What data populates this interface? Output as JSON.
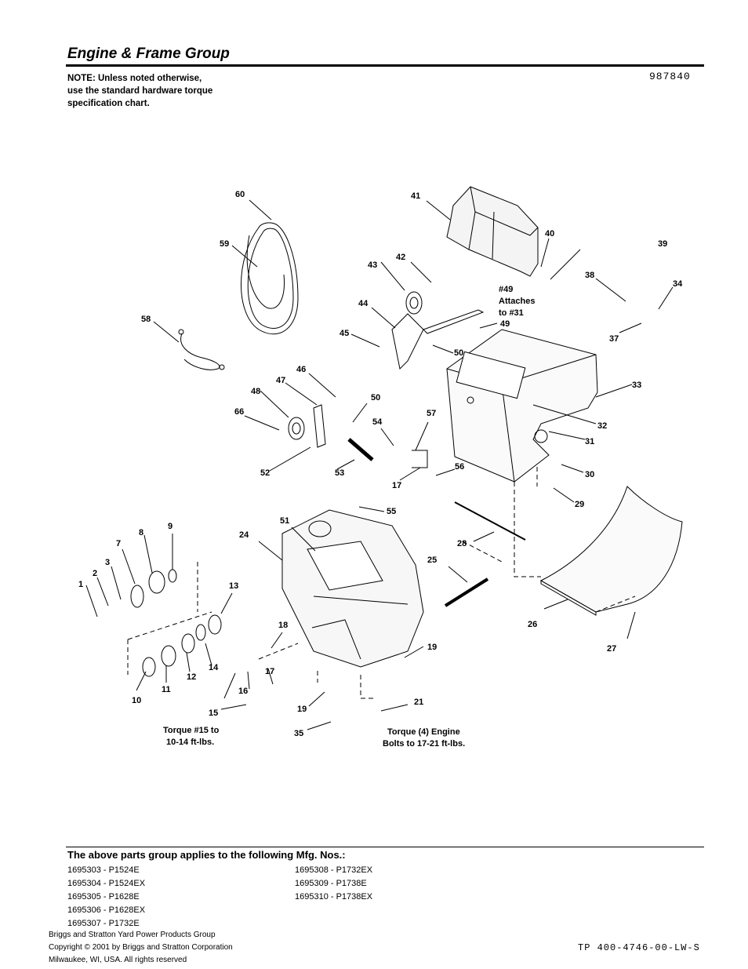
{
  "header": {
    "title": "Engine & Frame Group",
    "note_lines": [
      "NOTE: Unless noted otherwise,",
      "use the standard hardware torque",
      "specification chart."
    ],
    "doc_number": "987840"
  },
  "diagram": {
    "callouts": [
      "1",
      "2",
      "3",
      "7",
      "8",
      "9",
      "10",
      "11",
      "12",
      "13",
      "14",
      "15",
      "16",
      "17",
      "17",
      "18",
      "19",
      "19",
      "21",
      "24",
      "25",
      "26",
      "27",
      "28",
      "29",
      "30",
      "31",
      "32",
      "33",
      "34",
      "35",
      "37",
      "38",
      "39",
      "40",
      "41",
      "42",
      "43",
      "44",
      "45",
      "46",
      "47",
      "48",
      "49",
      "50",
      "50",
      "51",
      "52",
      "53",
      "54",
      "55",
      "56",
      "57",
      "58",
      "59",
      "60",
      "66"
    ],
    "notes": {
      "attach_line1": "#49",
      "attach_line2": "Attaches",
      "attach_line3": "to #31",
      "torque15_line1": "Torque #15 to",
      "torque15_line2": "10-14 ft-lbs.",
      "torque_engine_line1": "Torque (4) Engine",
      "torque_engine_line2": "Bolts to 17-21 ft-lbs."
    }
  },
  "applies": {
    "heading": "The above parts group applies to the following Mfg. Nos.:",
    "col1": [
      "1695303 - P1524E",
      "1695304 - P1524EX",
      "1695305 - P1628E",
      "1695306 - P1628EX",
      "1695307 - P1732E"
    ],
    "col2": [
      "1695308 - P1732EX",
      "1695309 - P1738E",
      "1695310 - P1738EX"
    ]
  },
  "footer": {
    "copyright_lines": [
      "Briggs and Stratton Yard Power Products Group",
      "Copyright ©  2001 by Briggs and Stratton Corporation",
      "Milwaukee, WI, USA. All rights reserved"
    ],
    "tp_number": "TP 400-4746-00-LW-S"
  }
}
